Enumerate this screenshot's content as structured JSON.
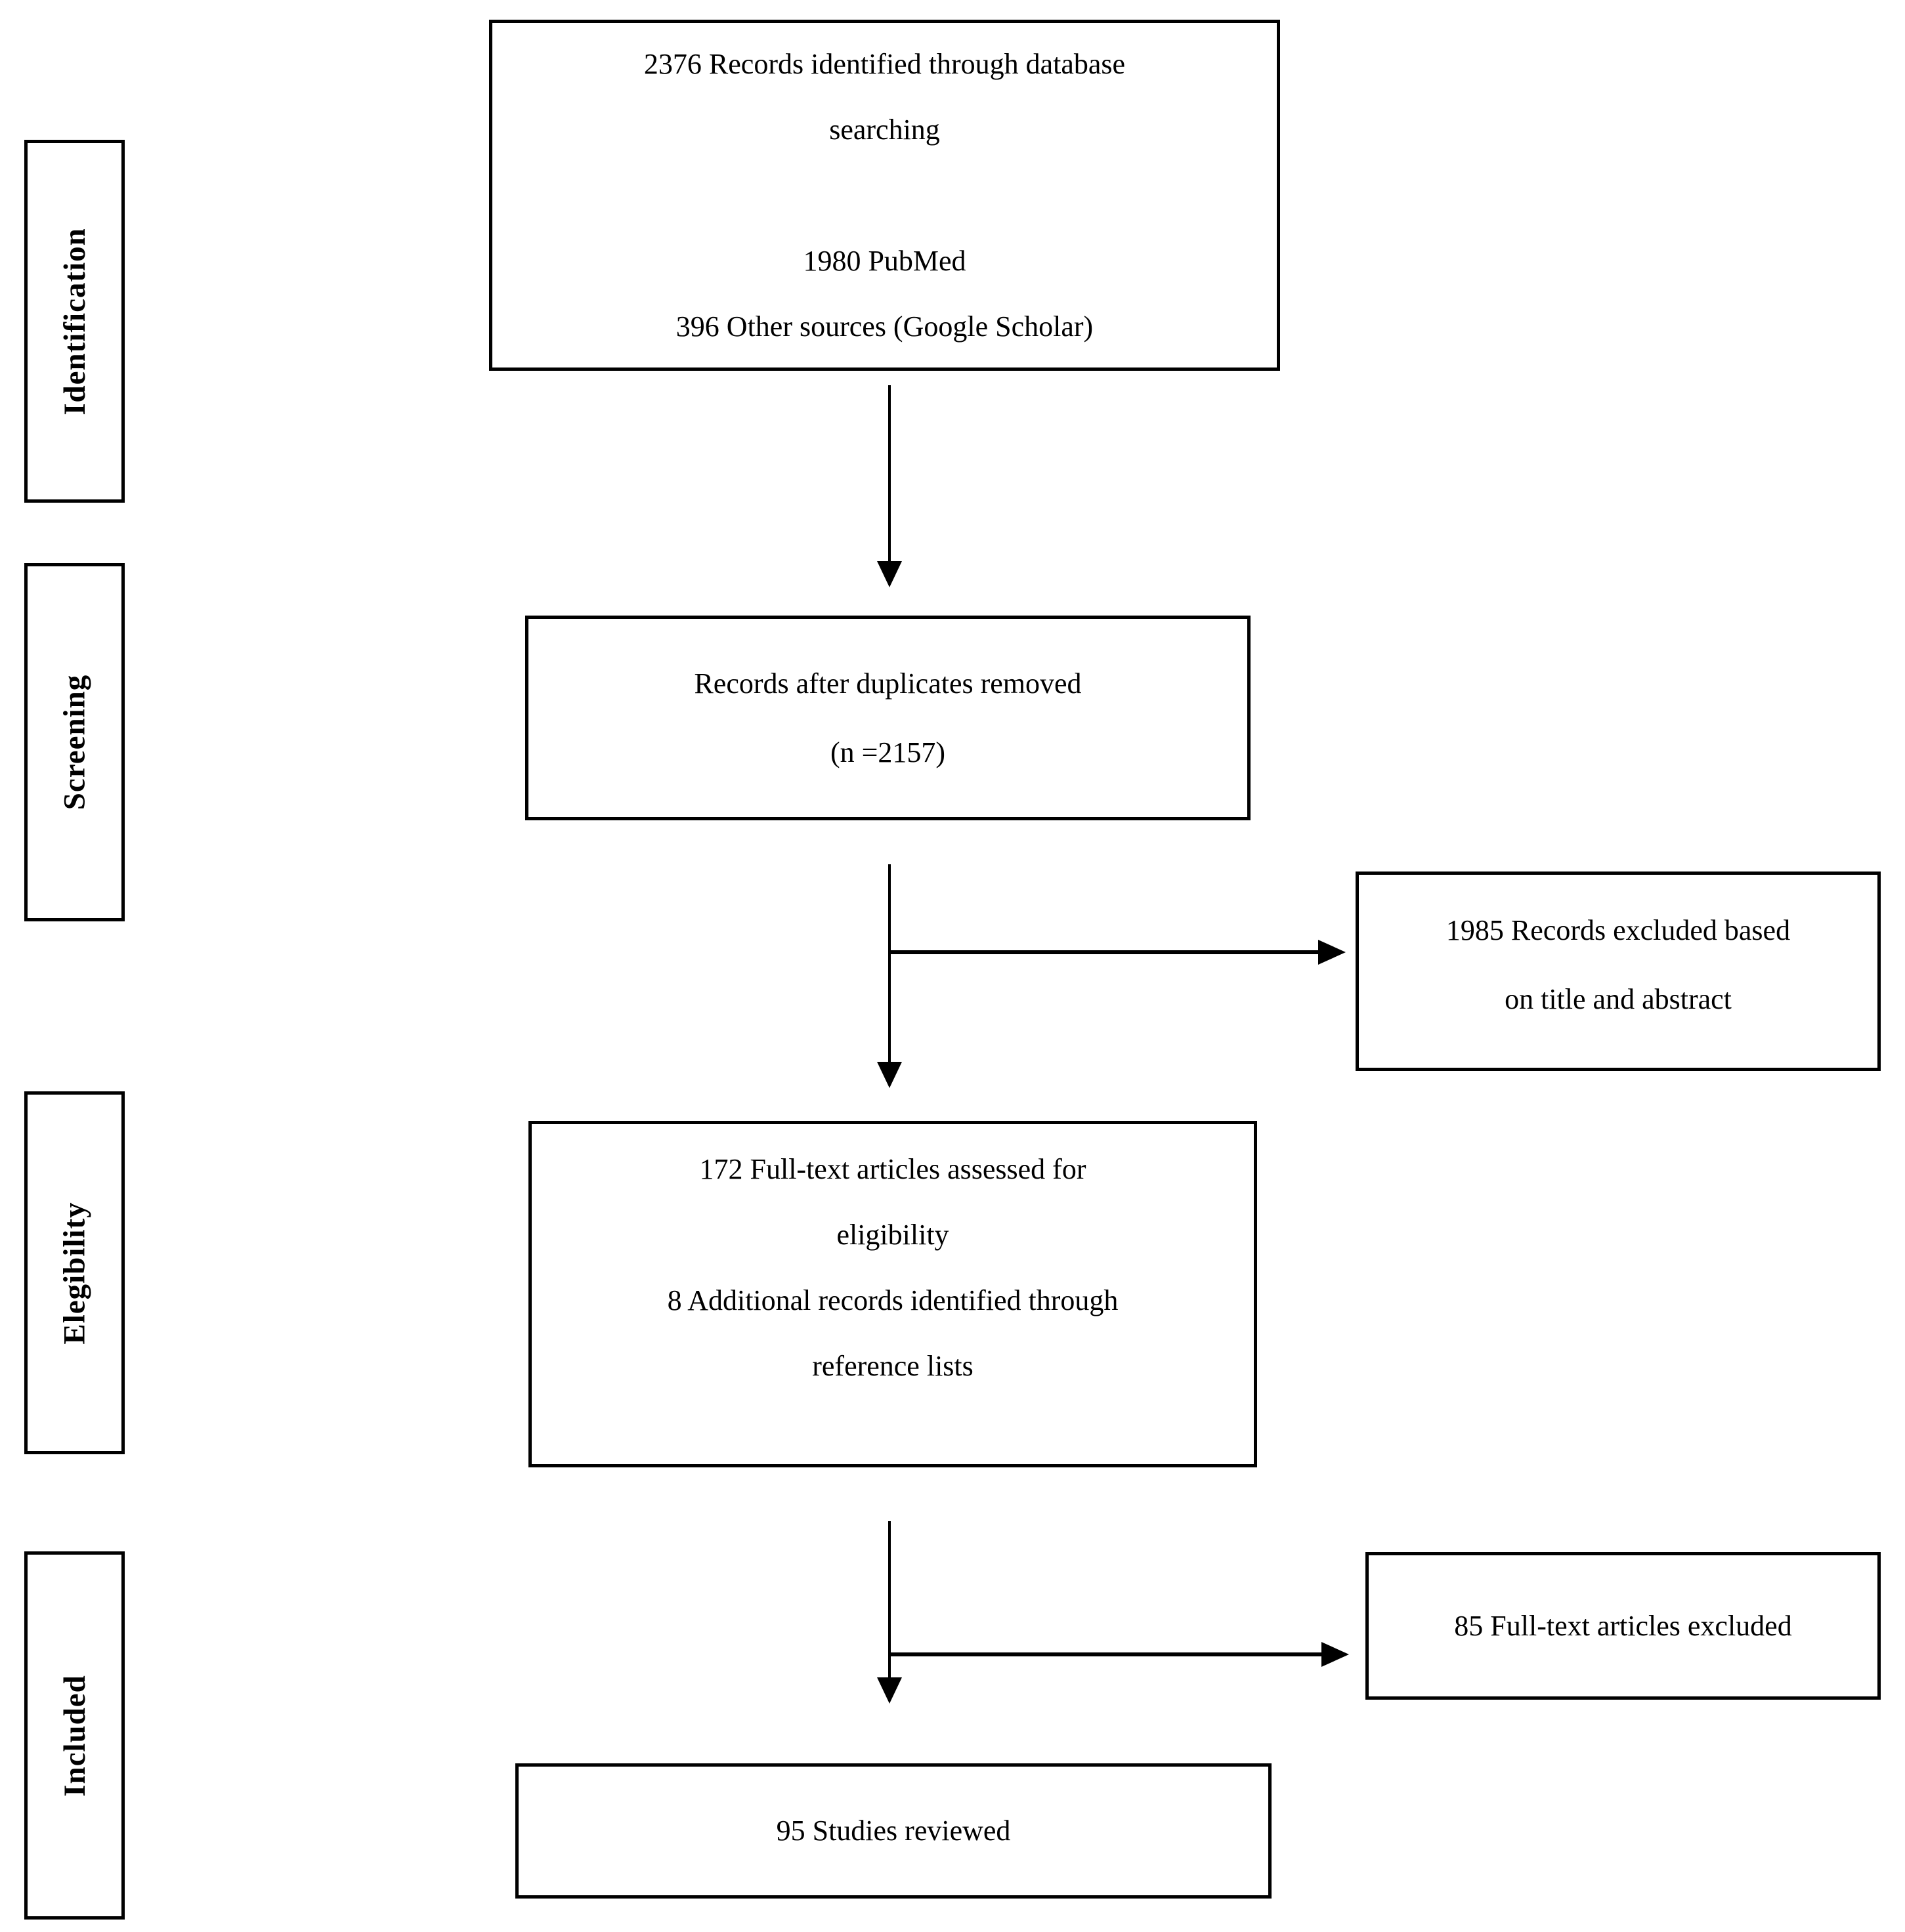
{
  "stages": [
    {
      "label": "Identification"
    },
    {
      "label": "Screening"
    },
    {
      "label": "Elegibility"
    },
    {
      "label": "Included"
    }
  ],
  "boxes": {
    "identified": {
      "lines": [
        "2376 Records identified through database",
        "searching",
        "",
        "1980 PubMed",
        "396 Other sources (Google Scholar)"
      ]
    },
    "duplicates_removed": {
      "lines": [
        "Records after duplicates removed",
        "(n =2157)"
      ]
    },
    "excluded_title_abstract": {
      "lines": [
        "1985 Records excluded based",
        "on title and abstract"
      ]
    },
    "fulltext_assessed": {
      "lines": [
        "172 Full-text articles assessed for",
        "eligibility",
        "8 Additional records identified through",
        "reference lists"
      ]
    },
    "fulltext_excluded": {
      "lines": [
        "85 Full-text articles excluded"
      ]
    },
    "studies_reviewed": {
      "lines": [
        "95 Studies reviewed"
      ]
    }
  },
  "colors": {
    "line": "#000000",
    "background": "#ffffff"
  }
}
